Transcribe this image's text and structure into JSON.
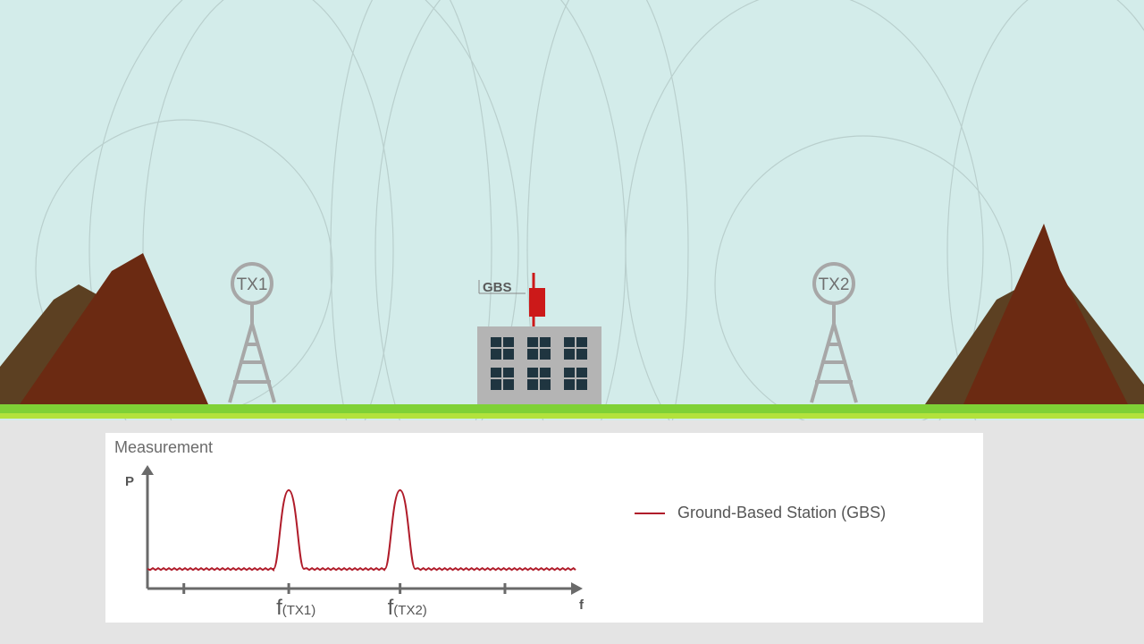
{
  "scene": {
    "tx1_label": "TX1",
    "tx2_label": "TX2",
    "gbs_label": "GBS",
    "colors": {
      "sky": "#d3ecea",
      "ground": "#7fd136",
      "mountain_dark": "#6b2a12",
      "mountain_light": "#5c4022",
      "tower": "#a7a7a7",
      "building": "#b4b4b4",
      "window": "#1f3540",
      "antenna": "#cc1919"
    }
  },
  "panel": {
    "title": "Measurement",
    "legend_label": "Ground-Based Station (GBS)"
  },
  "chart_data": {
    "type": "line",
    "title": "Measurement",
    "ylabel": "P",
    "xlabel": "f",
    "x_tick_labels": [
      "f(TX1)",
      "f(TX2)"
    ],
    "series": [
      {
        "name": "Ground-Based Station (GBS)",
        "color": "#b01c2a",
        "noise_floor": 0.2,
        "peaks": [
          {
            "label": "f(TX1)",
            "x": 0.33,
            "height": 1.0
          },
          {
            "label": "f(TX2)",
            "x": 0.59,
            "height": 1.0
          }
        ]
      }
    ],
    "legend_position": "right"
  }
}
